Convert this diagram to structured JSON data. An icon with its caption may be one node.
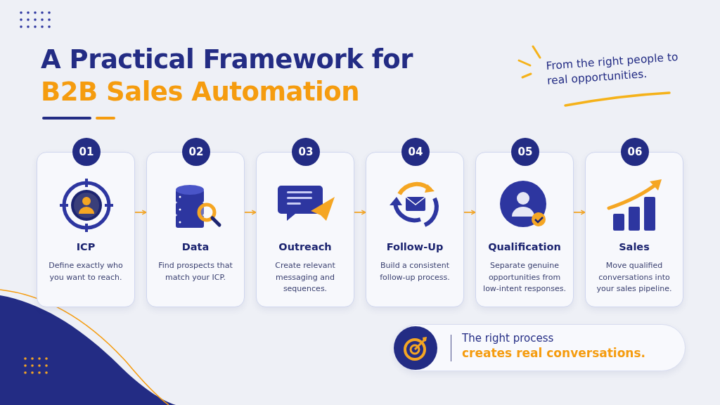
{
  "diagram": {
    "title": "A Practical Framework for **B2B Sales Automation**",
    "nodes": [
      {
        "text": [
          "01",
          "ICP",
          "Define exactly who you want to reach."
        ]
      },
      {
        "text": [
          "02",
          "Data",
          "Find prospects that match your ICP."
        ]
      },
      {
        "text": [
          "03",
          "Outreach",
          "Create relevant messaging and sequences."
        ]
      },
      {
        "text": [
          "04",
          "Follow-Up",
          "Build a consistent follow-up process."
        ]
      },
      {
        "text": [
          "05",
          "Qualification",
          "Separate genuine opportunities from low-intent responses."
        ]
      },
      {
        "text": [
          "06",
          "Sales",
          "Move qualified conversations into your sales pipeline."
        ]
      },
      {
        "text": [
          "The right process",
          "creates real conversations."
        ]
      }
    ],
    "edges": [
      {
        "from": 0,
        "to": 1,
        "arrow": "to"
      },
      {
        "from": 1,
        "to": 2,
        "arrow": "to"
      },
      {
        "from": 2,
        "to": 3,
        "arrow": "to"
      },
      {
        "from": 3,
        "to": 4,
        "arrow": "to"
      },
      {
        "from": 4,
        "to": 5,
        "arrow": "to"
      }
    ],
    "labels": [
      "From the right people to real opportunities."
    ]
  }
}
